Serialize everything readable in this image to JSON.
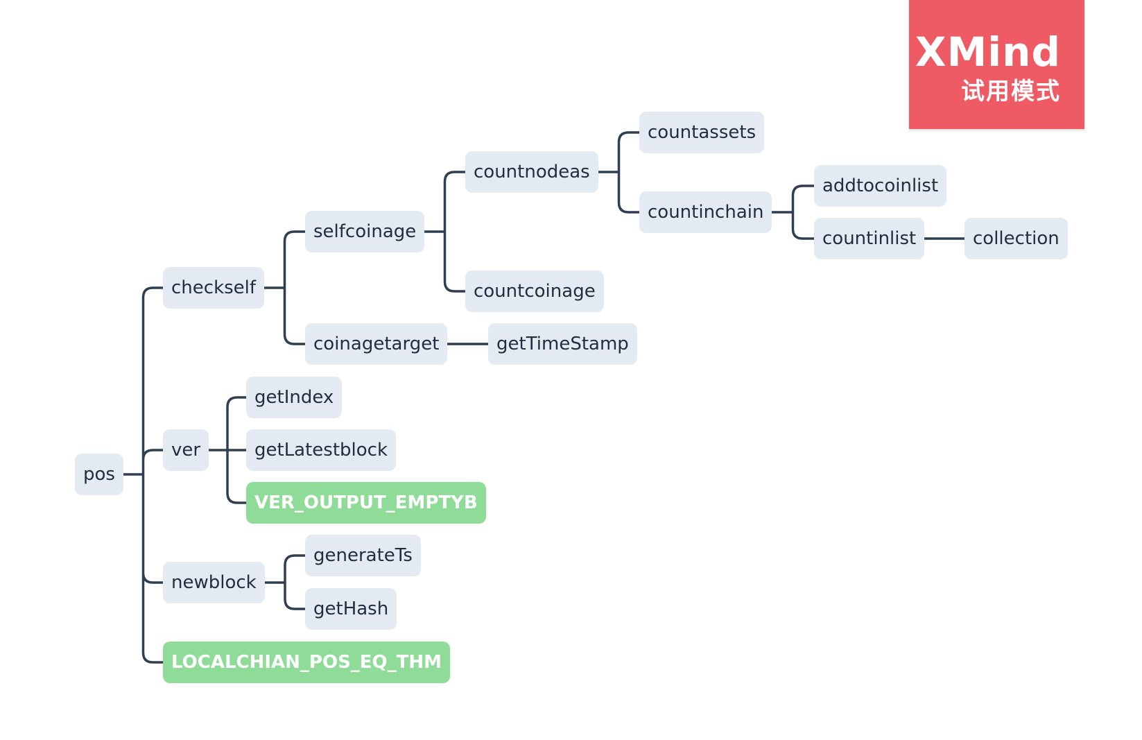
{
  "watermark": {
    "brand": "XMind",
    "mode": "试用模式"
  },
  "colors": {
    "node_fill": "#e4eaf2",
    "node_text": "#1f2d3d",
    "highlight_fill": "#8edc97",
    "highlight_text": "#ffffff",
    "connector": "#2f3e50",
    "badge": "#ef5b64"
  },
  "nodes": {
    "root": "pos",
    "checkself": "checkself",
    "selfcoinage": "selfcoinage",
    "countnodeas": "countnodeas",
    "countassets": "countassets",
    "countinchain": "countinchain",
    "addtocoinlist": "addtocoinlist",
    "countinlist": "countinlist",
    "collection": "collection",
    "countcoinage": "countcoinage",
    "coinagetarget": "coinagetarget",
    "gettimestamp": "getTimeStamp",
    "ver": "ver",
    "getindex": "getIndex",
    "getlatestblock": "getLatestblock",
    "ver_output": "VER_OUTPUT_EMPTYB",
    "newblock": "newblock",
    "generatets": "generateTs",
    "gethash": "getHash",
    "localchian": "LOCALCHIAN_POS_EQ_THM"
  }
}
